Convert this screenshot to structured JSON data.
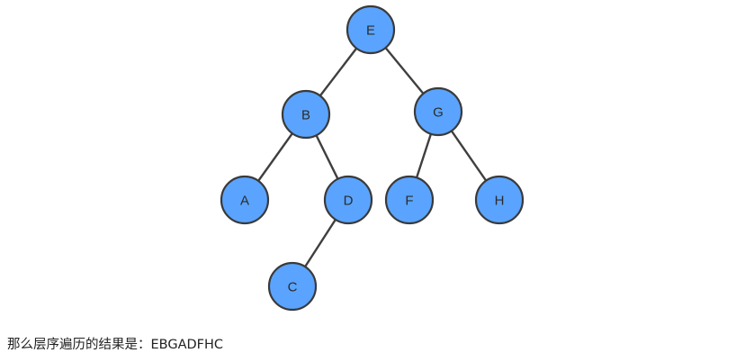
{
  "colors": {
    "node_fill": "#5aa4ff",
    "node_stroke": "#3a3a3a",
    "edge": "#3f3f3f",
    "text": "#222222"
  },
  "tree": {
    "nodes": [
      {
        "id": "E",
        "label": "E"
      },
      {
        "id": "B",
        "label": "B"
      },
      {
        "id": "G",
        "label": "G"
      },
      {
        "id": "A",
        "label": "A"
      },
      {
        "id": "D",
        "label": "D"
      },
      {
        "id": "F",
        "label": "F"
      },
      {
        "id": "H",
        "label": "H"
      },
      {
        "id": "C",
        "label": "C"
      }
    ],
    "edges": [
      [
        "E",
        "B"
      ],
      [
        "E",
        "G"
      ],
      [
        "B",
        "A"
      ],
      [
        "B",
        "D"
      ],
      [
        "D",
        "C"
      ],
      [
        "G",
        "F"
      ],
      [
        "G",
        "H"
      ]
    ]
  },
  "caption": {
    "text": "那么层序遍历的结果是：EBGADFHC"
  }
}
